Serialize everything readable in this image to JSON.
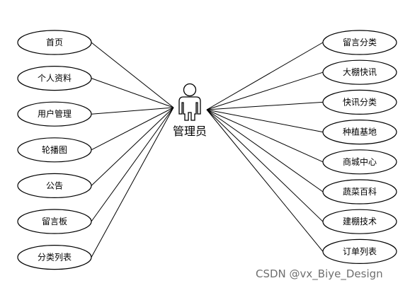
{
  "actor": {
    "label": "管理员",
    "icon": "person-icon"
  },
  "left_use_cases": [
    "首页",
    "个人资料",
    "用户管理",
    "轮播图",
    "公告",
    "留言板",
    "分类列表"
  ],
  "right_use_cases": [
    "留言分类",
    "大棚快讯",
    "快讯分类",
    "种植基地",
    "商城中心",
    "蔬菜百科",
    "建棚技术",
    "订单列表"
  ],
  "watermark": "CSDN @vx_Biye_Design"
}
